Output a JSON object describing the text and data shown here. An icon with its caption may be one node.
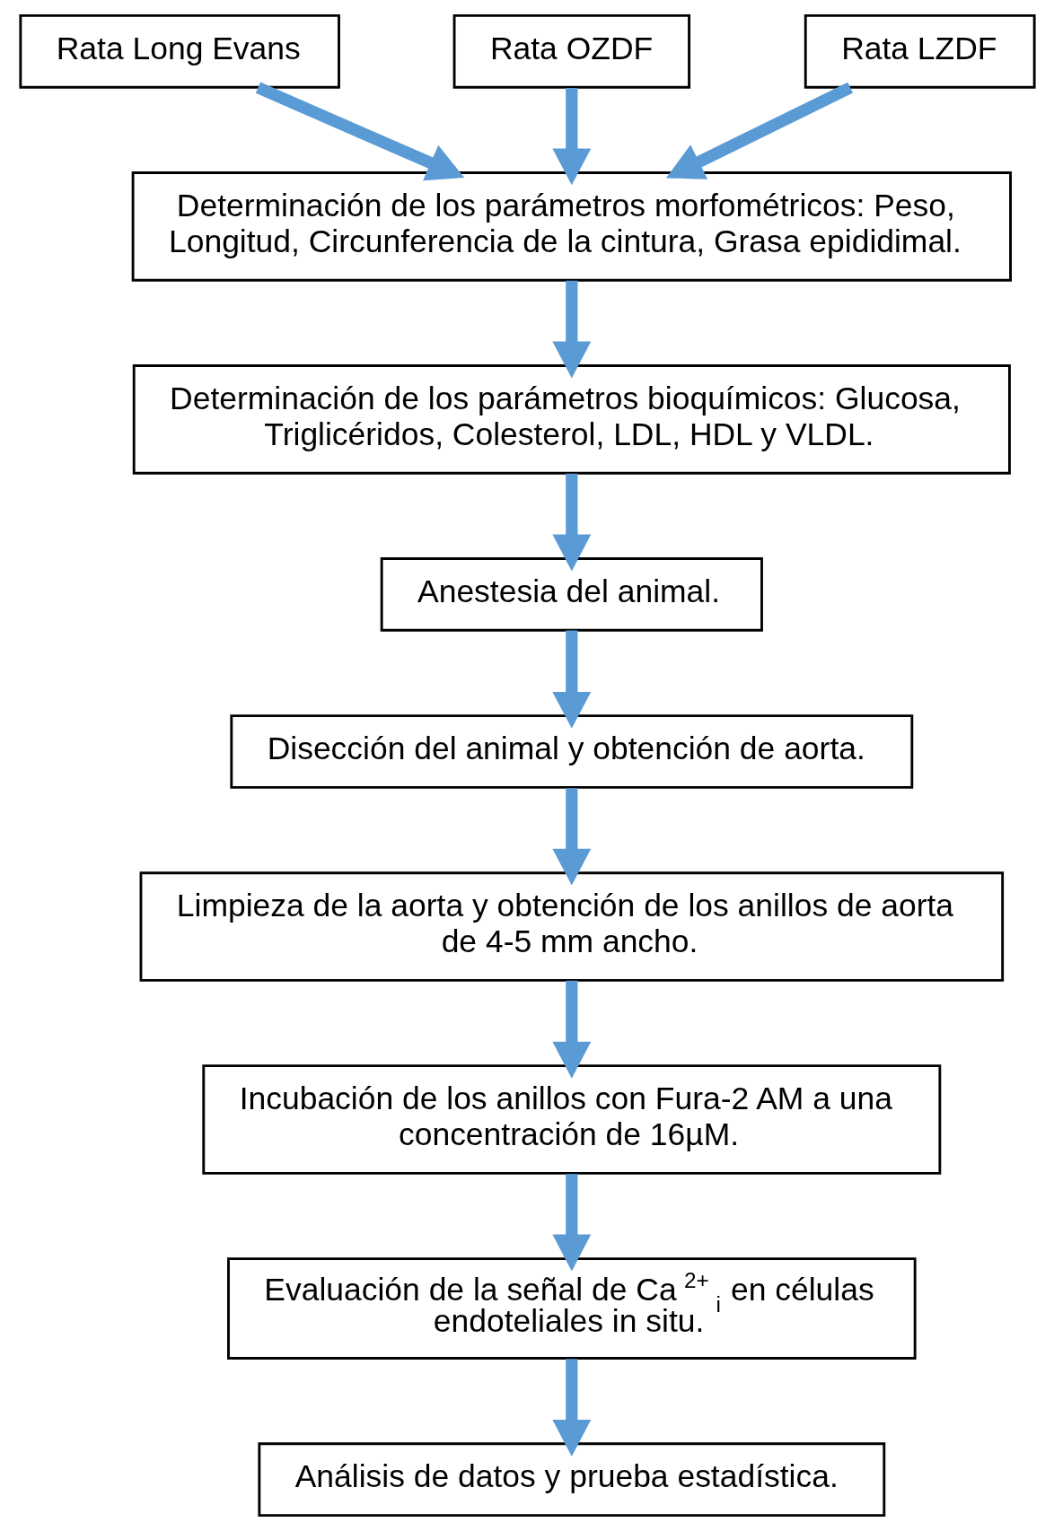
{
  "diagram": {
    "nodes": [
      {
        "text": [
          "Rata Long Evans"
        ]
      },
      {
        "text": [
          "Rata OZDF"
        ]
      },
      {
        "text": [
          "Rata LZDF"
        ]
      },
      {
        "text": [
          "Determinación de los parámetros morfométricos: Peso, Longitud, Circunferencia de la cintura, Grasa epididimal."
        ]
      },
      {
        "text": [
          "Determinación de los parámetros bioquímicos: Glucosa, Triglicéridos, Colesterol, LDL, HDL y VLDL."
        ]
      },
      {
        "text": [
          "Anestesia del animal."
        ]
      },
      {
        "text": [
          "Disección del animal y obtención de aorta."
        ]
      },
      {
        "text": [
          "Limpieza de la aorta y obtención de los anillos de aorta de 4-5 mm ancho."
        ]
      },
      {
        "text": [
          "Incubación de los anillos con Fura-2 AM a una concentración de 16µM."
        ]
      },
      {
        "text": [
          "Evaluación de la señal de Ca$^{2+}$ $_{i}$ en células endoteliales in situ."
        ]
      },
      {
        "text": [
          "Análisis de datos y prueba estadística."
        ]
      }
    ],
    "edges": [
      {
        "from": 0,
        "to": 3,
        "arrow": "to"
      },
      {
        "from": 1,
        "to": 3,
        "arrow": "to"
      },
      {
        "from": 2,
        "to": 3,
        "arrow": "to"
      },
      {
        "from": 3,
        "to": 4,
        "arrow": "to"
      },
      {
        "from": 4,
        "to": 5,
        "arrow": "to"
      },
      {
        "from": 5,
        "to": 6,
        "arrow": "to"
      },
      {
        "from": 6,
        "to": 7,
        "arrow": "to"
      },
      {
        "from": 7,
        "to": 8,
        "arrow": "to"
      },
      {
        "from": 8,
        "to": 9,
        "arrow": "to"
      },
      {
        "from": 9,
        "to": 10,
        "arrow": "to"
      }
    ]
  }
}
